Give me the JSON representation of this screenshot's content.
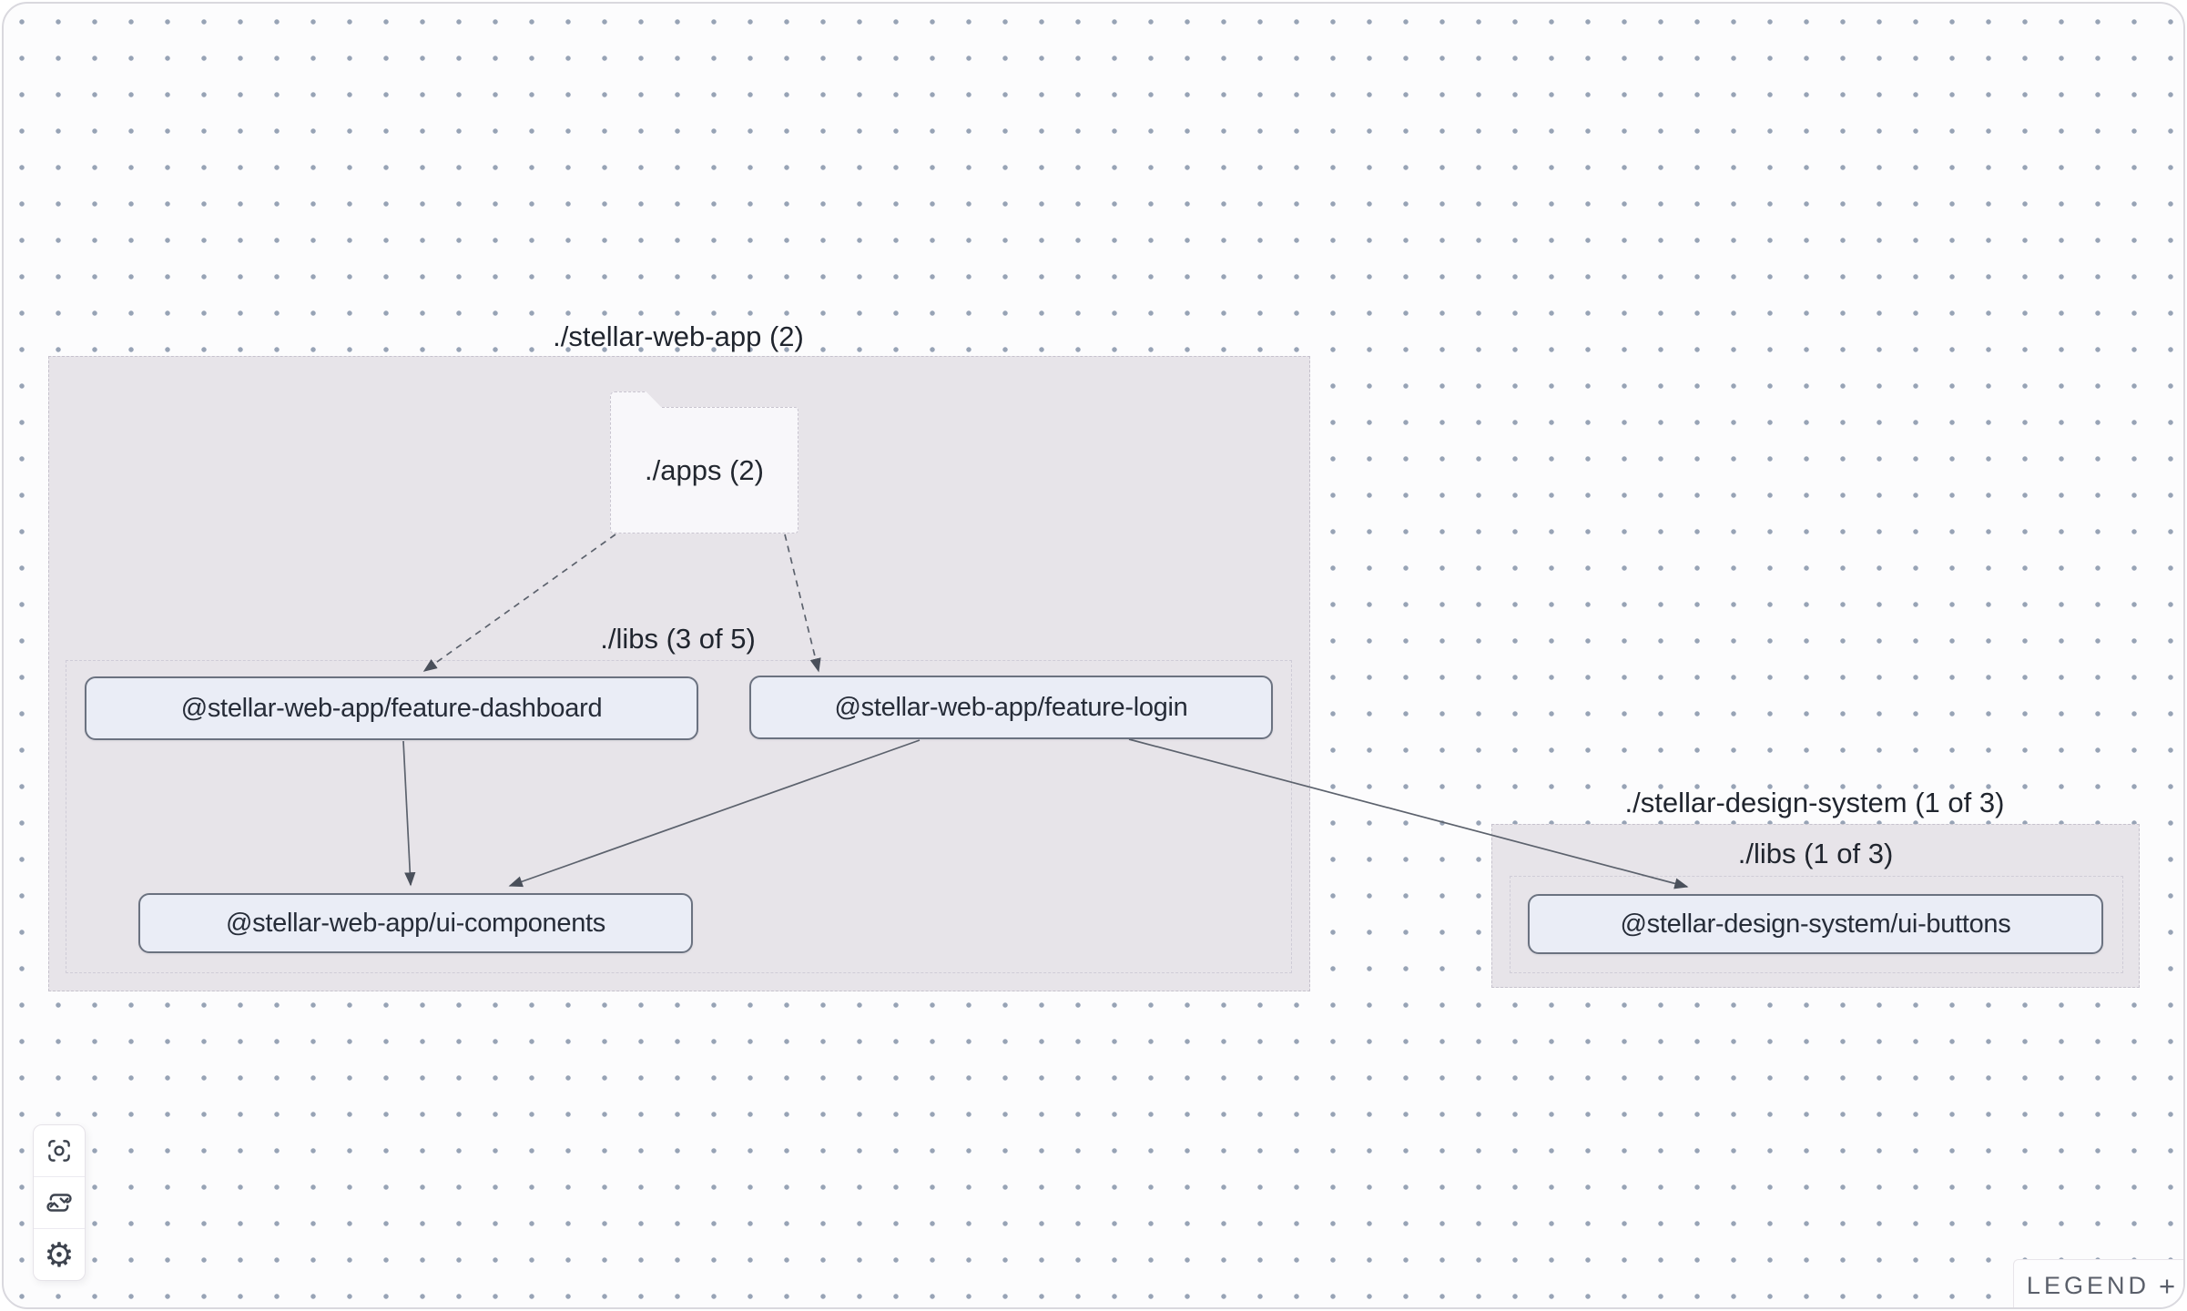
{
  "graph": {
    "groups": [
      {
        "id": "stellar-web-app",
        "label": "./stellar-web-app (2)",
        "libs_label": "./libs (3 of 5)"
      },
      {
        "id": "stellar-design-system",
        "label": "./stellar-design-system (1 of 3)",
        "libs_label": "./libs (1 of 3)"
      }
    ],
    "folder_node": {
      "id": "apps",
      "label": "./apps (2)"
    },
    "nodes": [
      {
        "id": "feature-dashboard",
        "label": "@stellar-web-app/feature-dashboard"
      },
      {
        "id": "feature-login",
        "label": "@stellar-web-app/feature-login"
      },
      {
        "id": "ui-components",
        "label": "@stellar-web-app/ui-components"
      },
      {
        "id": "ui-buttons",
        "label": "@stellar-design-system/ui-buttons"
      }
    ],
    "edges": [
      {
        "source": "./apps",
        "target": "@stellar-web-app/feature-dashboard",
        "style": "dashed"
      },
      {
        "source": "./apps",
        "target": "@stellar-web-app/feature-login",
        "style": "dashed"
      },
      {
        "source": "@stellar-web-app/feature-dashboard",
        "target": "@stellar-web-app/ui-components",
        "style": "solid"
      },
      {
        "source": "@stellar-web-app/feature-login",
        "target": "@stellar-web-app/ui-components",
        "style": "solid"
      },
      {
        "source": "@stellar-web-app/feature-login",
        "target": "@stellar-design-system/ui-buttons",
        "style": "solid"
      }
    ]
  },
  "controls": [
    {
      "id": "focus",
      "icon": "focus-icon"
    },
    {
      "id": "refresh",
      "icon": "refresh-icon"
    },
    {
      "id": "settings",
      "icon": "gear-icon",
      "glyph": "⚙"
    }
  ],
  "legend": {
    "label": "LEGEND",
    "expand_icon": "+"
  },
  "colors": {
    "canvas_bg": "#fcfcfd",
    "dot": "#97a3b5",
    "group_fill": "#e7e4e9",
    "group_border": "#c6c2cd",
    "node_fill": "#eaedf6",
    "node_border": "#6b7280",
    "node_text": "#262c38",
    "edge": "#5c626d",
    "label_text": "#20252e"
  }
}
